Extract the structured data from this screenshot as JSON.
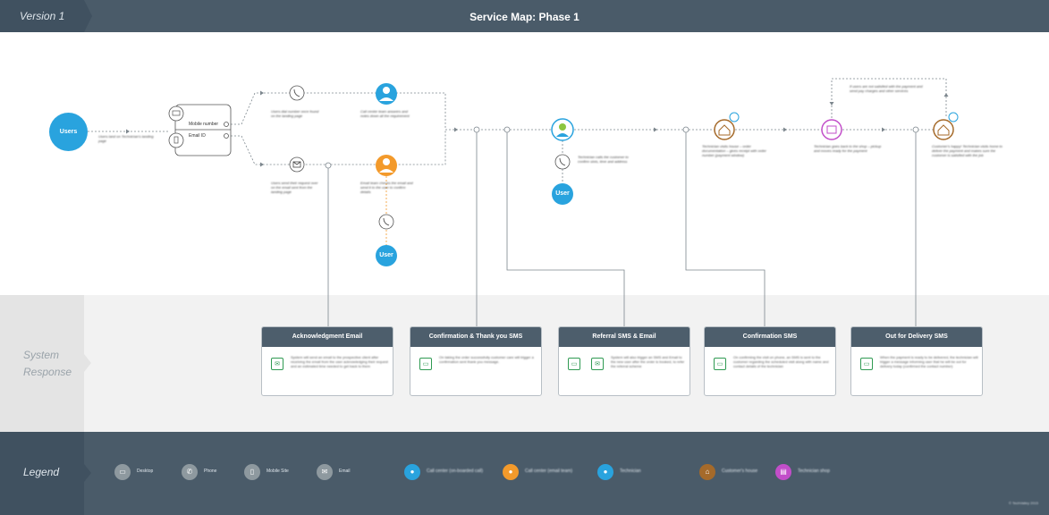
{
  "header": {
    "version": "Version 1",
    "title": "Service Map: Phase 1"
  },
  "lanes": {
    "system_response": "System Response",
    "legend": "Legend"
  },
  "nodes": {
    "users_main": "Users",
    "user_call": "User",
    "user_tech": "User",
    "device_box": {
      "mobile_number": "Mobile number",
      "email_id": "Email ID"
    }
  },
  "notes": {
    "n1": "Users land on Technician's landing page",
    "n2": "Users dial number once found on the landing page",
    "n3": "Call center team answers and notes down all the requirement",
    "n4": "Users send their request over on the email sent from the landing page",
    "n5": "Email team checks the email and send it to the user to confirm details",
    "n6": "Technician calls the customer to confirm slots, time and address",
    "n7": "Technician visits house – order documentation – gives receipt with order number (payment window)",
    "n8": "Technician goes back to the shop – pickup and moves ready for the payment",
    "n9": "If users are not satisfied with the payment and send pay charges and other services",
    "n10": "Customer's happy! Technician visits home to deliver the payment and makes sure the customer is satisfied with the job"
  },
  "cards": [
    {
      "title": "Acknowledgment Email",
      "icons": [
        "email-icon"
      ],
      "text": "System will send an email to the prospective client after receiving the email from the user acknowledging their request and an estimated time needed to get back to them"
    },
    {
      "title": "Confirmation & Thank you SMS",
      "icons": [
        "sms-icon"
      ],
      "text": "On taking the order successfully customer care will trigger a confirmation sent thank you message."
    },
    {
      "title": "Referral SMS & Email",
      "icons": [
        "sms-icon",
        "email-icon"
      ],
      "text": "System will also trigger an SMS and Email to the new user after the order is booked, to refer the referral scheme"
    },
    {
      "title": "Confirmation SMS",
      "icons": [
        "sms-icon"
      ],
      "text": "On confirming the visit on phone, an SMS is sent to the customer regarding the scheduled visit along with name and contact details of the technician"
    },
    {
      "title": "Out for Delivery SMS",
      "icons": [
        "sms-icon"
      ],
      "text": "When the payment is ready to be delivered, the technician will trigger a message informing user that he will be out for delivery today (confirmed the contact number)"
    }
  ],
  "legend": [
    {
      "label": "Desktop",
      "icon": "desktop-icon",
      "color": "#8e999f"
    },
    {
      "label": "Phone",
      "icon": "phone-icon",
      "color": "#8e999f"
    },
    {
      "label": "Mobile Site",
      "icon": "mobile-icon",
      "color": "#8e999f"
    },
    {
      "label": "Email",
      "icon": "email-icon",
      "color": "#8e999f"
    },
    {
      "label": "Call center (on-boarded call)",
      "icon": "agent-blue-icon",
      "color": "#29a3de"
    },
    {
      "label": "Call center (email team)",
      "icon": "agent-orange-icon",
      "color": "#f39a2b"
    },
    {
      "label": "Technician",
      "icon": "technician-icon",
      "color": "#29a3de"
    },
    {
      "label": "Customer's house",
      "icon": "house-icon",
      "color": "#a56a2a"
    },
    {
      "label": "Technician shop",
      "icon": "shop-icon",
      "color": "#c24ec9"
    }
  ],
  "copyright": "© TechValley 2015",
  "colors": {
    "header": "#4a5b69",
    "accent_blue": "#29a3de",
    "accent_orange": "#f39a2b",
    "house": "#a56a2a",
    "shop": "#c24ec9",
    "card_icon": "#2f9a52"
  }
}
